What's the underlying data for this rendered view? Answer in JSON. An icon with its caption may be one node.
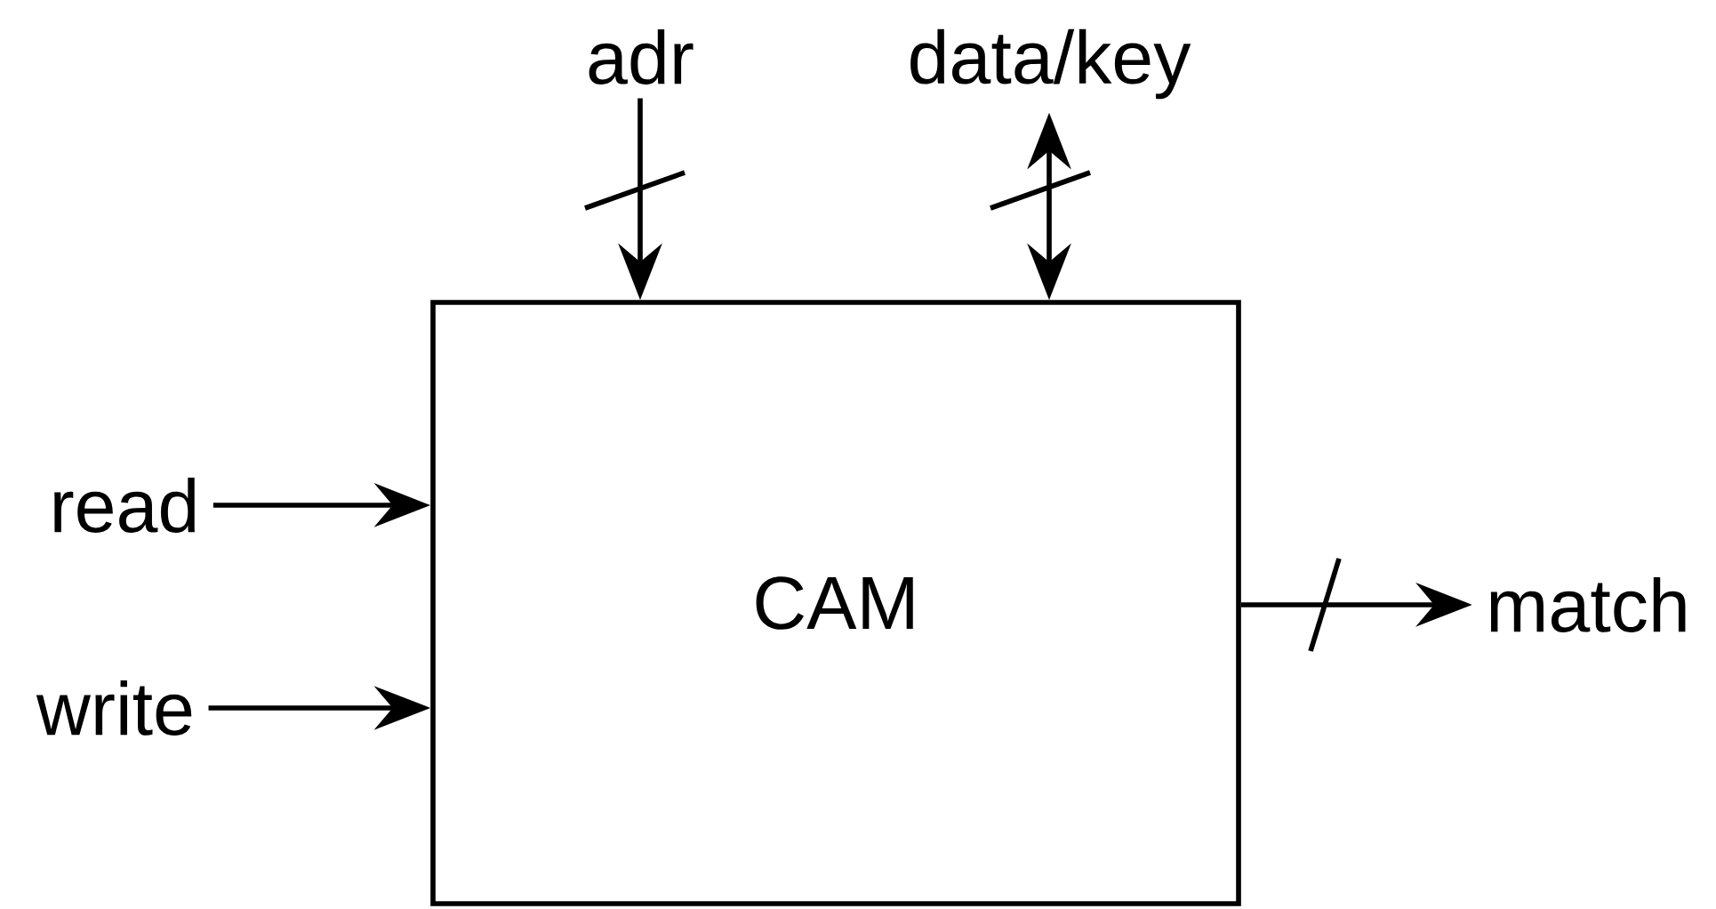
{
  "diagram": {
    "nodes": [
      {
        "text": [
          "CAM"
        ]
      },
      {
        "text": [
          "adr"
        ]
      },
      {
        "text": [
          "data/key"
        ]
      },
      {
        "text": [
          "read"
        ]
      },
      {
        "text": [
          "write"
        ]
      },
      {
        "text": [
          "match"
        ]
      }
    ],
    "edges": [
      {
        "from": 1,
        "to": 0,
        "arrow": "to"
      },
      {
        "from": 2,
        "to": 0,
        "arrow": "both"
      },
      {
        "from": 3,
        "to": 0,
        "arrow": "to"
      },
      {
        "from": 4,
        "to": 0,
        "arrow": "to"
      },
      {
        "from": 0,
        "to": 5,
        "arrow": "to"
      }
    ]
  }
}
